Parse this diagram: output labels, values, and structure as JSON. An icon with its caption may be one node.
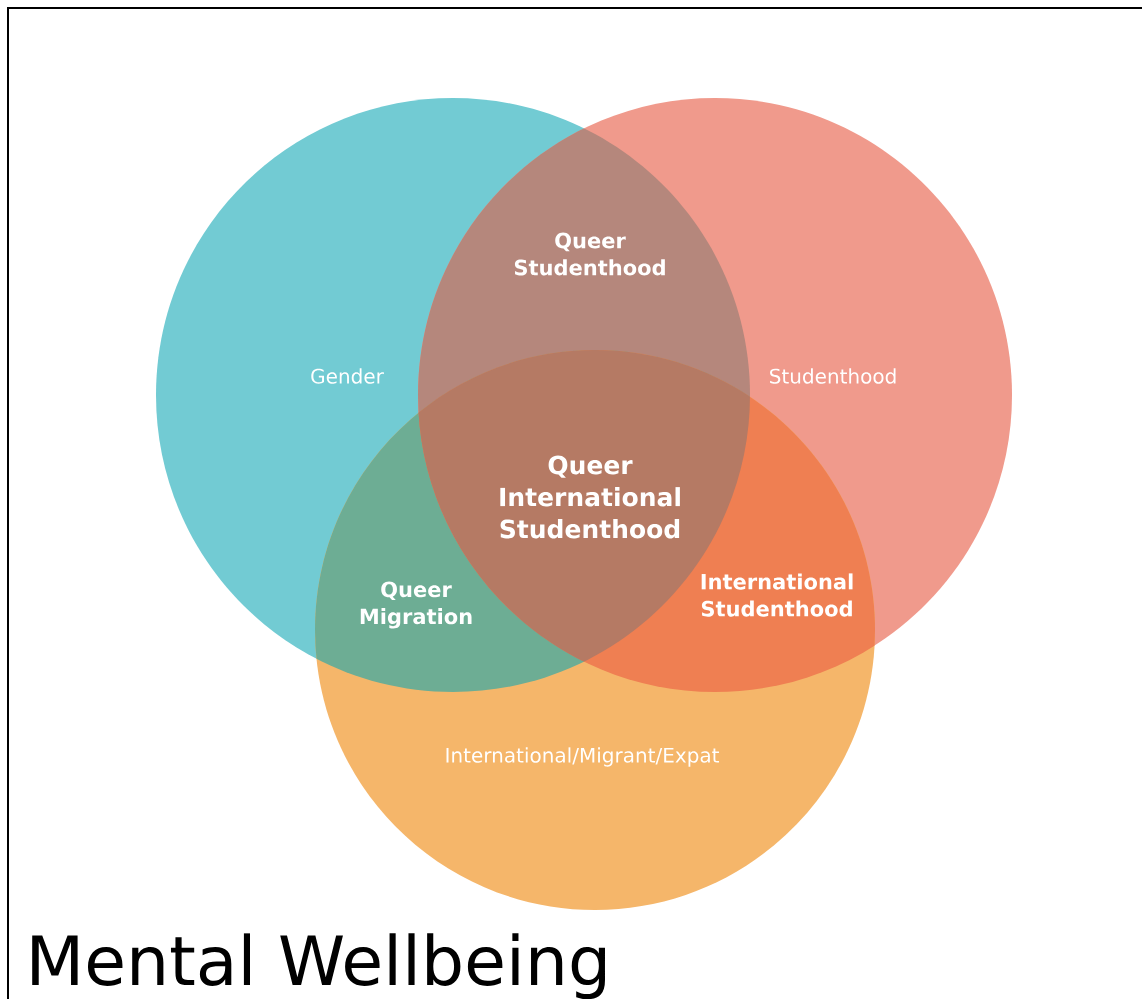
{
  "diagram": {
    "title": "Mental Wellbeing",
    "nodes": [
      {
        "text": [
          "Gender"
        ]
      },
      {
        "text": [
          "Studenthood"
        ]
      },
      {
        "text": [
          "International/Migrant/Expat"
        ]
      }
    ],
    "labels": [
      "Queer Studenthood",
      "Queer International Studenthood",
      "Queer Migration",
      "International Studenthood"
    ]
  }
}
